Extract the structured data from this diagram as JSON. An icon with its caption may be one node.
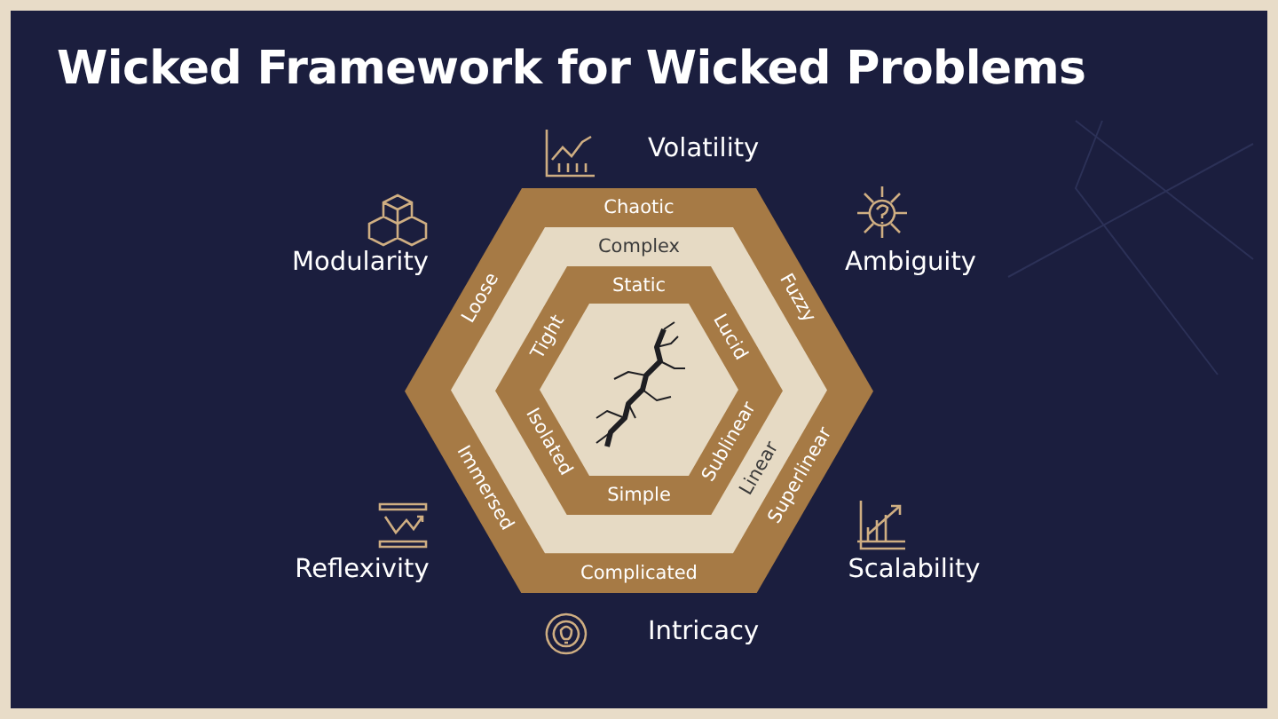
{
  "diagram": {
    "title": "Wicked Framework for Wicked Problems",
    "nodes": [
      {
        "text": [
          "Chaotic",
          "Fuzzy",
          "Superlinear",
          "Complicated",
          "Immersed",
          "Loose"
        ]
      },
      {
        "text": [
          "Complex",
          "Linear"
        ],
        "in": 0
      },
      {
        "text": [
          "Static",
          "Lucid",
          "Sublinear",
          "Simple",
          "Isolated",
          "Tight"
        ],
        "in": 1
      },
      {
        "text": [],
        "shape": "picture",
        "in": 2
      }
    ],
    "labels": [
      "Volatility",
      "Modularity",
      "Ambiguity",
      "Reflexivity",
      "Scalability",
      "Intricacy"
    ]
  }
}
